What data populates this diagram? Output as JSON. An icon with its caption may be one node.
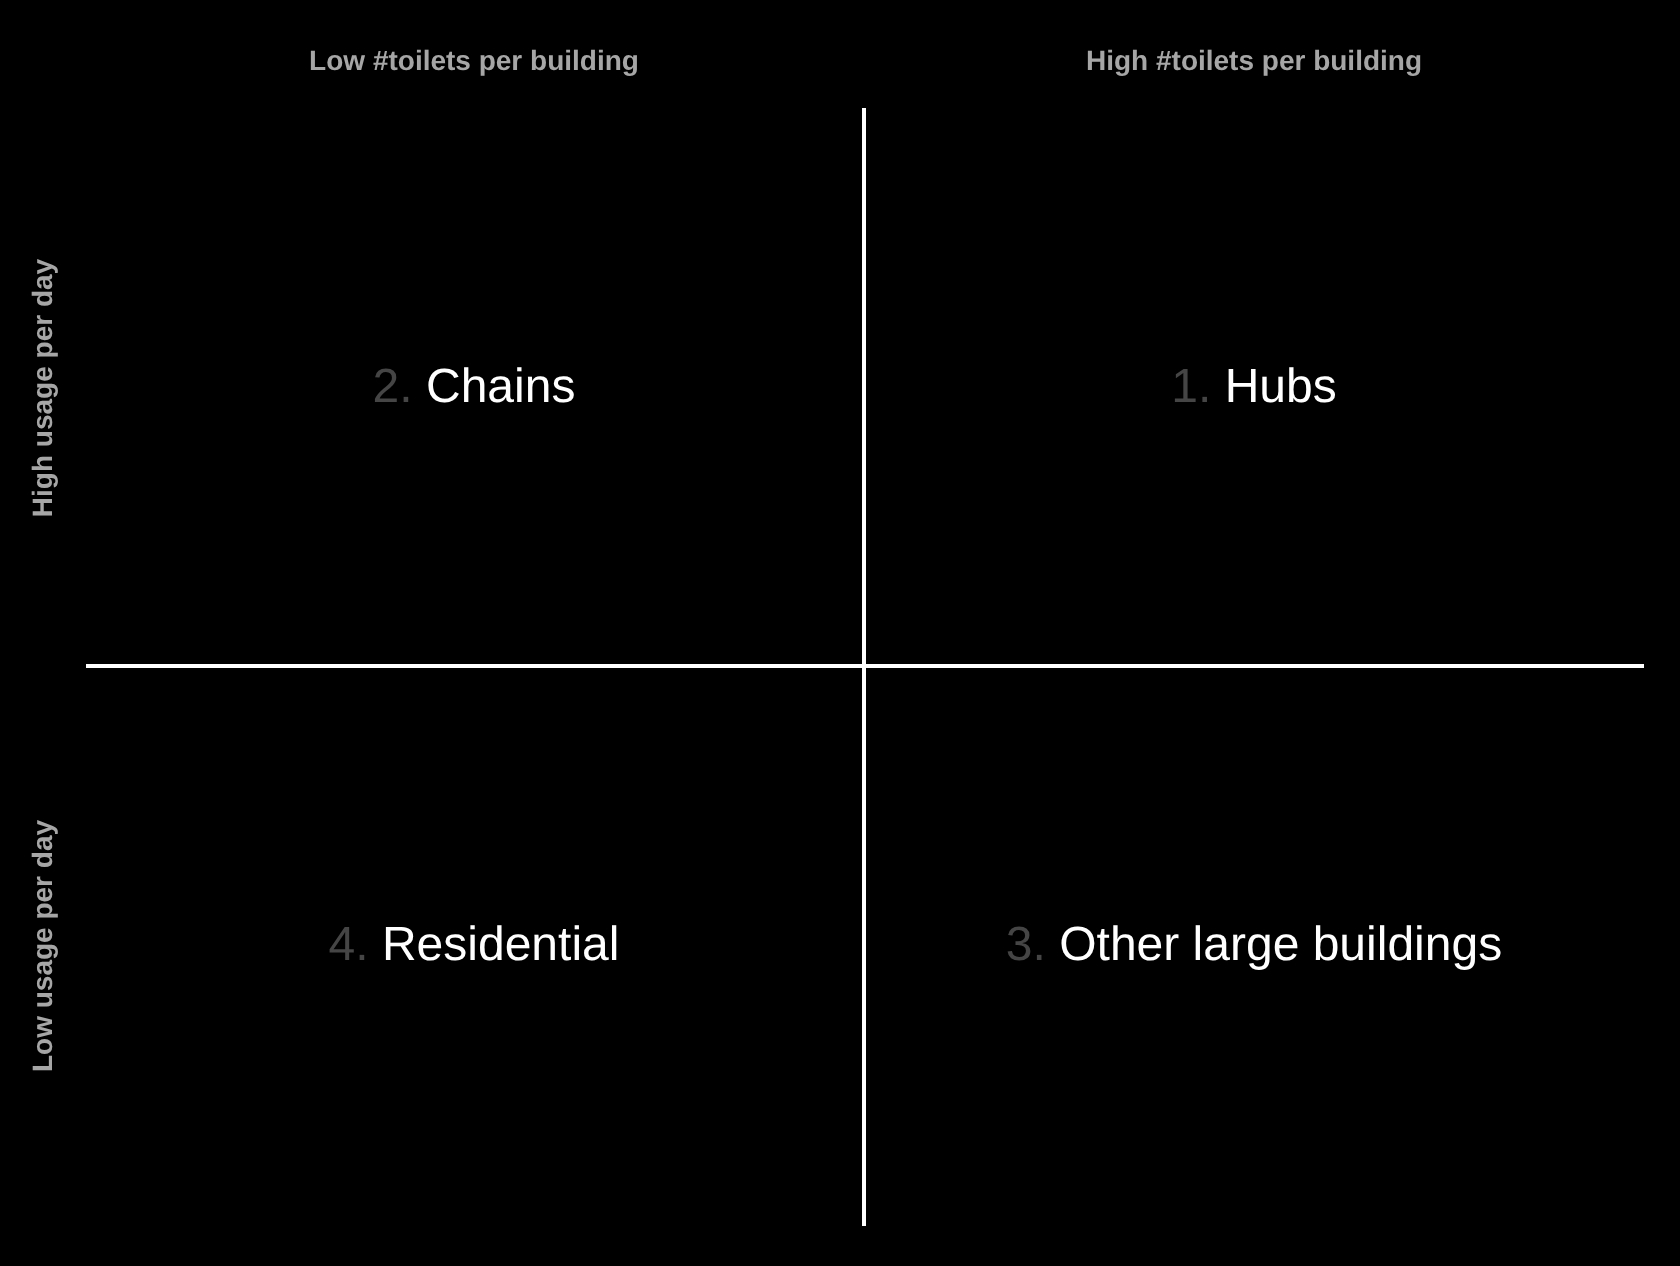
{
  "diagram": {
    "labels": [
      "Low #toilets per building",
      "High #toilets per building",
      "High usage per day",
      "2. Chains",
      "1. Hubs",
      "Low usage per day",
      "4. Residential",
      "3. Other large buildings"
    ]
  }
}
